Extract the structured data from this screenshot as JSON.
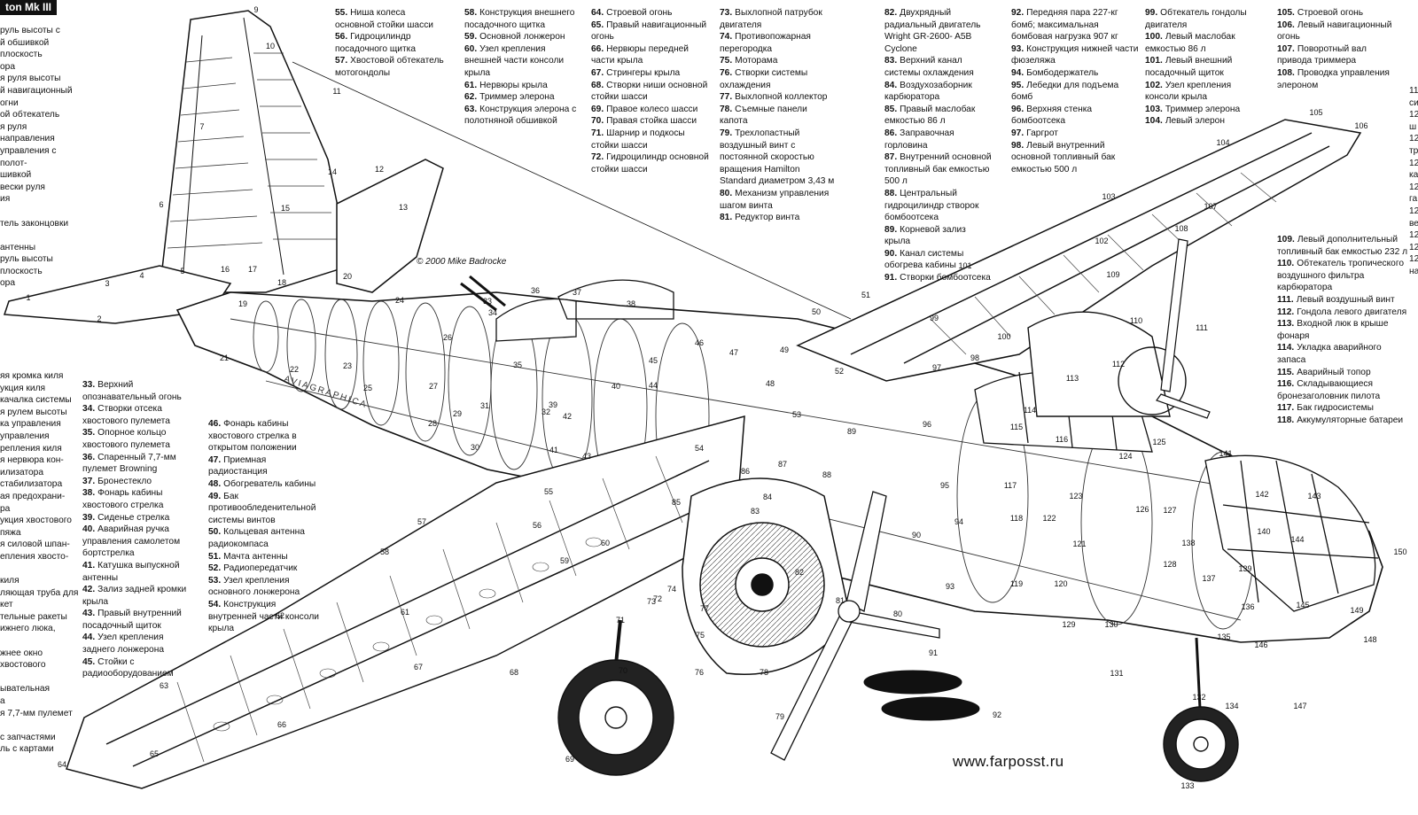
{
  "title_fragment": "ton Mk III",
  "credit": "© 2000 Mike Badrocke",
  "watermark": "AVIAGRAPHICA",
  "website": "www.farposst.ru",
  "left_partial_lines": [
    "руль высоты с",
    "й обшивкой",
    "плоскость",
    "ора",
    "я руля высоты",
    "й навигационный",
    "огни",
    "ой обтекатель",
    "я руля направления",
    "управления с полот-",
    "шивкой",
    "вески руля",
    "ия",
    "",
    "тель законцовки",
    "",
    "антенны",
    "руль высоты",
    "плоскость",
    "ора"
  ],
  "left_partial_lines_lower": [
    "яя кромка киля",
    "укция киля",
    "качалка системы",
    "я рулем высоты",
    "ка управления",
    "управления",
    "репления киля",
    "я нервюра кон-",
    "илизатора",
    "стабилизатора",
    "ая предохрани-",
    "ра",
    "укция хвостового",
    "пяжа",
    "я силовой шпан-",
    "епления хвосто-",
    "",
    "киля",
    "ляющая труба для",
    "кет",
    "тельные ракеты",
    "ижнего люка,",
    "",
    "жнее окно хвостового",
    "",
    "ывательная",
    "а",
    "я 7,7-мм пулемет",
    "",
    "с запчастями",
    "ль с картами"
  ],
  "right_partial_lines": [
    "11",
    "си",
    "12",
    "ш",
    "12",
    "тр",
    "12",
    "ка",
    "12",
    "га",
    "12",
    "ве",
    "12",
    "12",
    "12",
    "на"
  ],
  "legend_columns": [
    [
      {
        "n": "55.",
        "t": "Ниша колеса основной стойки шасси"
      },
      {
        "n": "56.",
        "t": "Гидроцилиндр посадочного щитка"
      },
      {
        "n": "57.",
        "t": "Хвостовой обтекатель мотогондолы"
      }
    ],
    [
      {
        "n": "58.",
        "t": "Конструкция внешнего посадочного щитка"
      },
      {
        "n": "59.",
        "t": "Основной лонжерон"
      },
      {
        "n": "60.",
        "t": "Узел крепления внешней части консоли крыла"
      },
      {
        "n": "61.",
        "t": "Нервюры крыла"
      },
      {
        "n": "62.",
        "t": "Триммер элерона"
      },
      {
        "n": "63.",
        "t": "Конструкция элерона с полотняной обшивкой"
      }
    ],
    [
      {
        "n": "64.",
        "t": "Строевой огонь"
      },
      {
        "n": "65.",
        "t": "Правый навигационный огонь"
      },
      {
        "n": "66.",
        "t": "Нервюры передней части крыла"
      },
      {
        "n": "67.",
        "t": "Стрингеры крыла"
      },
      {
        "n": "68.",
        "t": "Створки ниши основной стойки шасси"
      },
      {
        "n": "69.",
        "t": "Правое колесо шасси"
      },
      {
        "n": "70.",
        "t": "Правая стойка шасси"
      },
      {
        "n": "71.",
        "t": "Шарнир и подкосы стойки шасси"
      },
      {
        "n": "72.",
        "t": "Гидроцилиндр основной стойки шасси"
      }
    ],
    [
      {
        "n": "73.",
        "t": "Выхлопной патрубок двигателя"
      },
      {
        "n": "74.",
        "t": "Противопожарная перегородка"
      },
      {
        "n": "75.",
        "t": "Моторама"
      },
      {
        "n": "76.",
        "t": "Створки системы охлаждения"
      },
      {
        "n": "77.",
        "t": "Выхлопной коллектор"
      },
      {
        "n": "78.",
        "t": "Съемные панели капота"
      },
      {
        "n": "79.",
        "t": "Трехлопастный воздушный винт с постоянной скоростью вращения Hamilton Standard диаметром 3,43 м"
      },
      {
        "n": "80.",
        "t": "Механизм управления шагом винта"
      },
      {
        "n": "81.",
        "t": "Редуктор винта"
      }
    ],
    [
      {
        "n": "82.",
        "t": "Двухрядный радиальный двигатель Wright GR-2600- A5B Cyclone"
      },
      {
        "n": "83.",
        "t": "Верхний канал системы охлаждения"
      },
      {
        "n": "84.",
        "t": "Воздухозаборник карбюратора"
      },
      {
        "n": "85.",
        "t": "Правый маслобак емкостью 86 л"
      },
      {
        "n": "86.",
        "t": "Заправочная горловина"
      },
      {
        "n": "87.",
        "t": "Внутренний основной топливный бак емкостью 500 л"
      },
      {
        "n": "88.",
        "t": "Центральный гидроцилиндр створок бомбоотсека"
      },
      {
        "n": "89.",
        "t": "Корневой зализ крыла"
      },
      {
        "n": "90.",
        "t": "Канал системы обогрева кабины"
      },
      {
        "n": "91.",
        "t": "Створки бомбоотсека"
      }
    ],
    [
      {
        "n": "92.",
        "t": "Передняя пара 227-кг бомб; максимальная бомбовая нагрузка 907 кг"
      },
      {
        "n": "93.",
        "t": "Конструкция нижней части фюзеляжа"
      },
      {
        "n": "94.",
        "t": "Бомбодержатель"
      },
      {
        "n": "95.",
        "t": "Лебедки для подъема бомб"
      },
      {
        "n": "96.",
        "t": "Верхняя стенка бомбоотсека"
      },
      {
        "n": "97.",
        "t": "Гаргрот"
      },
      {
        "n": "98.",
        "t": "Левый внутренний основной топливный бак емкостью 500 л"
      }
    ],
    [
      {
        "n": "99.",
        "t": "Обтекатель гондолы двигателя"
      },
      {
        "n": "100.",
        "t": "Левый маслобак емкостью 86 л"
      },
      {
        "n": "101.",
        "t": "Левый внешний посадочный щиток"
      },
      {
        "n": "102.",
        "t": "Узел крепления консоли крыла"
      },
      {
        "n": "103.",
        "t": "Триммер элерона"
      },
      {
        "n": "104.",
        "t": "Левый элерон"
      }
    ],
    [
      {
        "n": "105.",
        "t": "Строевой огонь"
      },
      {
        "n": "106.",
        "t": "Левый навигационный огонь"
      },
      {
        "n": "107.",
        "t": "Поворотный вал привода триммера"
      },
      {
        "n": "108.",
        "t": "Проводка управления элероном"
      }
    ],
    [
      {
        "n": "109.",
        "t": "Левый дополнительный топливный бак емкостью 232 л"
      },
      {
        "n": "110.",
        "t": "Обтекатель тропического воздушного фильтра карбюратора"
      },
      {
        "n": "111.",
        "t": "Левый воздушный винт"
      },
      {
        "n": "112.",
        "t": "Гондола левого двигателя"
      },
      {
        "n": "113.",
        "t": "Входной люк в крыше фонаря"
      },
      {
        "n": "114.",
        "t": "Укладка аварийного запаса"
      },
      {
        "n": "115.",
        "t": "Аварийный топор"
      },
      {
        "n": "116.",
        "t": "Складывающиеся бронезаголовник пилота"
      },
      {
        "n": "117.",
        "t": "Бак гидросистемы"
      },
      {
        "n": "118.",
        "t": "Аккумуляторные батареи"
      }
    ],
    [
      {
        "n": "33.",
        "t": "Верхний опознавательный огонь"
      },
      {
        "n": "34.",
        "t": "Створки отсека хвостового пулемета"
      },
      {
        "n": "35.",
        "t": "Опорное кольцо хвостового пулемета"
      },
      {
        "n": "36.",
        "t": "Спаренный 7,7-мм пулемет Browning"
      },
      {
        "n": "37.",
        "t": "Бронестекло"
      },
      {
        "n": "38.",
        "t": "Фонарь кабины хвостового стрелка"
      },
      {
        "n": "39.",
        "t": "Сиденье стрелка"
      },
      {
        "n": "40.",
        "t": "Аварийная ручка управления самолетом бортстрелка"
      },
      {
        "n": "41.",
        "t": "Катушка выпускной антенны"
      },
      {
        "n": "42.",
        "t": "Зализ задней кромки крыла"
      },
      {
        "n": "43.",
        "t": "Правый внутренний посадочный щиток"
      },
      {
        "n": "44.",
        "t": "Узел крепления заднего лонжерона"
      },
      {
        "n": "45.",
        "t": "Стойки с радиооборудованием"
      }
    ],
    [
      {
        "n": "46.",
        "t": "Фонарь кабины хвостового стрелка в открытом положении"
      },
      {
        "n": "47.",
        "t": "Приемная радиостанция"
      },
      {
        "n": "48.",
        "t": "Обогреватель кабины"
      },
      {
        "n": "49.",
        "t": "Бак противообледенительной системы винтов"
      },
      {
        "n": "50.",
        "t": "Кольцевая антенна радиокомпаса"
      },
      {
        "n": "51.",
        "t": "Мачта антенны"
      },
      {
        "n": "52.",
        "t": "Радиопередатчик"
      },
      {
        "n": "53.",
        "t": "Узел крепления основного лонжерона"
      },
      {
        "n": "54.",
        "t": "Конструкция внутренней части консоли крыла"
      }
    ]
  ],
  "callouts": [
    "9",
    "10",
    "11",
    "12",
    "13",
    "14",
    "15",
    "6",
    "7",
    "5",
    "4",
    "3",
    "2",
    "1",
    "16",
    "17",
    "18",
    "19",
    "20",
    "21",
    "22",
    "23",
    "24",
    "25",
    "26",
    "27",
    "28",
    "29",
    "30",
    "31",
    "32",
    "33",
    "34",
    "35",
    "36",
    "37",
    "38",
    "39",
    "40",
    "41",
    "42",
    "43",
    "44",
    "45",
    "46",
    "47",
    "48",
    "49",
    "50",
    "51",
    "52",
    "53",
    "54",
    "55",
    "56",
    "57",
    "58",
    "59",
    "60",
    "61",
    "62",
    "63",
    "64",
    "65",
    "66",
    "67",
    "68",
    "69",
    "70",
    "71",
    "72",
    "73",
    "74",
    "75",
    "76",
    "77",
    "78",
    "79",
    "80",
    "81",
    "82",
    "83",
    "84",
    "85",
    "86",
    "87",
    "88",
    "89",
    "90",
    "91",
    "92",
    "93",
    "94",
    "95",
    "96",
    "97",
    "98",
    "99",
    "100",
    "101",
    "102",
    "103",
    "104",
    "105",
    "106",
    "107",
    "108",
    "109",
    "110",
    "111",
    "112",
    "113",
    "114",
    "115",
    "116",
    "117",
    "118",
    "119",
    "120",
    "121",
    "122",
    "123",
    "124",
    "125",
    "126",
    "127",
    "128",
    "129",
    "130",
    "131",
    "132",
    "133",
    "134",
    "135",
    "136",
    "137",
    "138",
    "139",
    "140",
    "141",
    "142",
    "143",
    "144",
    "145",
    "146",
    "147",
    "148",
    "149",
    "150"
  ]
}
